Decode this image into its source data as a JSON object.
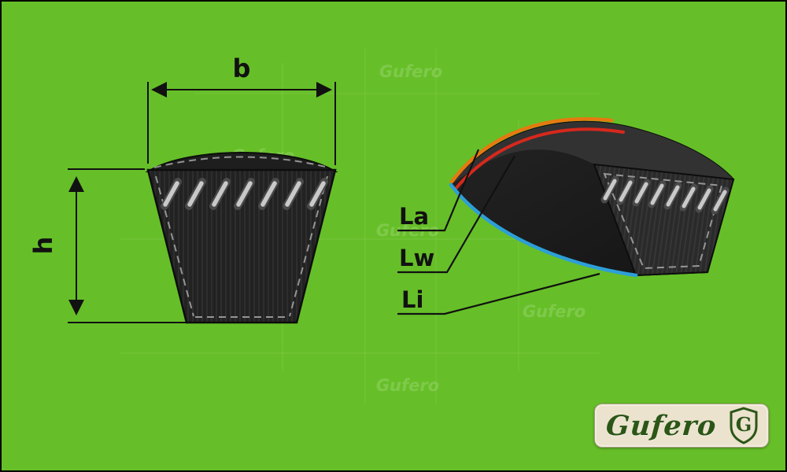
{
  "colors": {
    "background": "#66bf28",
    "outline": "#111111",
    "la": "#e6790f",
    "lw": "#d7281c",
    "li": "#2d9fd8",
    "logo_green": "#2b5617",
    "logo_bg": "#ebe3ce"
  },
  "cross_section_view": {
    "width_label": "b",
    "height_label": "h"
  },
  "belt_3d_view": {
    "la_label": "La",
    "lw_label": "Lw",
    "li_label": "Li"
  },
  "logo": {
    "brand": "Gufero",
    "badge_letter": "G"
  },
  "watermark": {
    "text": "Gufero"
  }
}
